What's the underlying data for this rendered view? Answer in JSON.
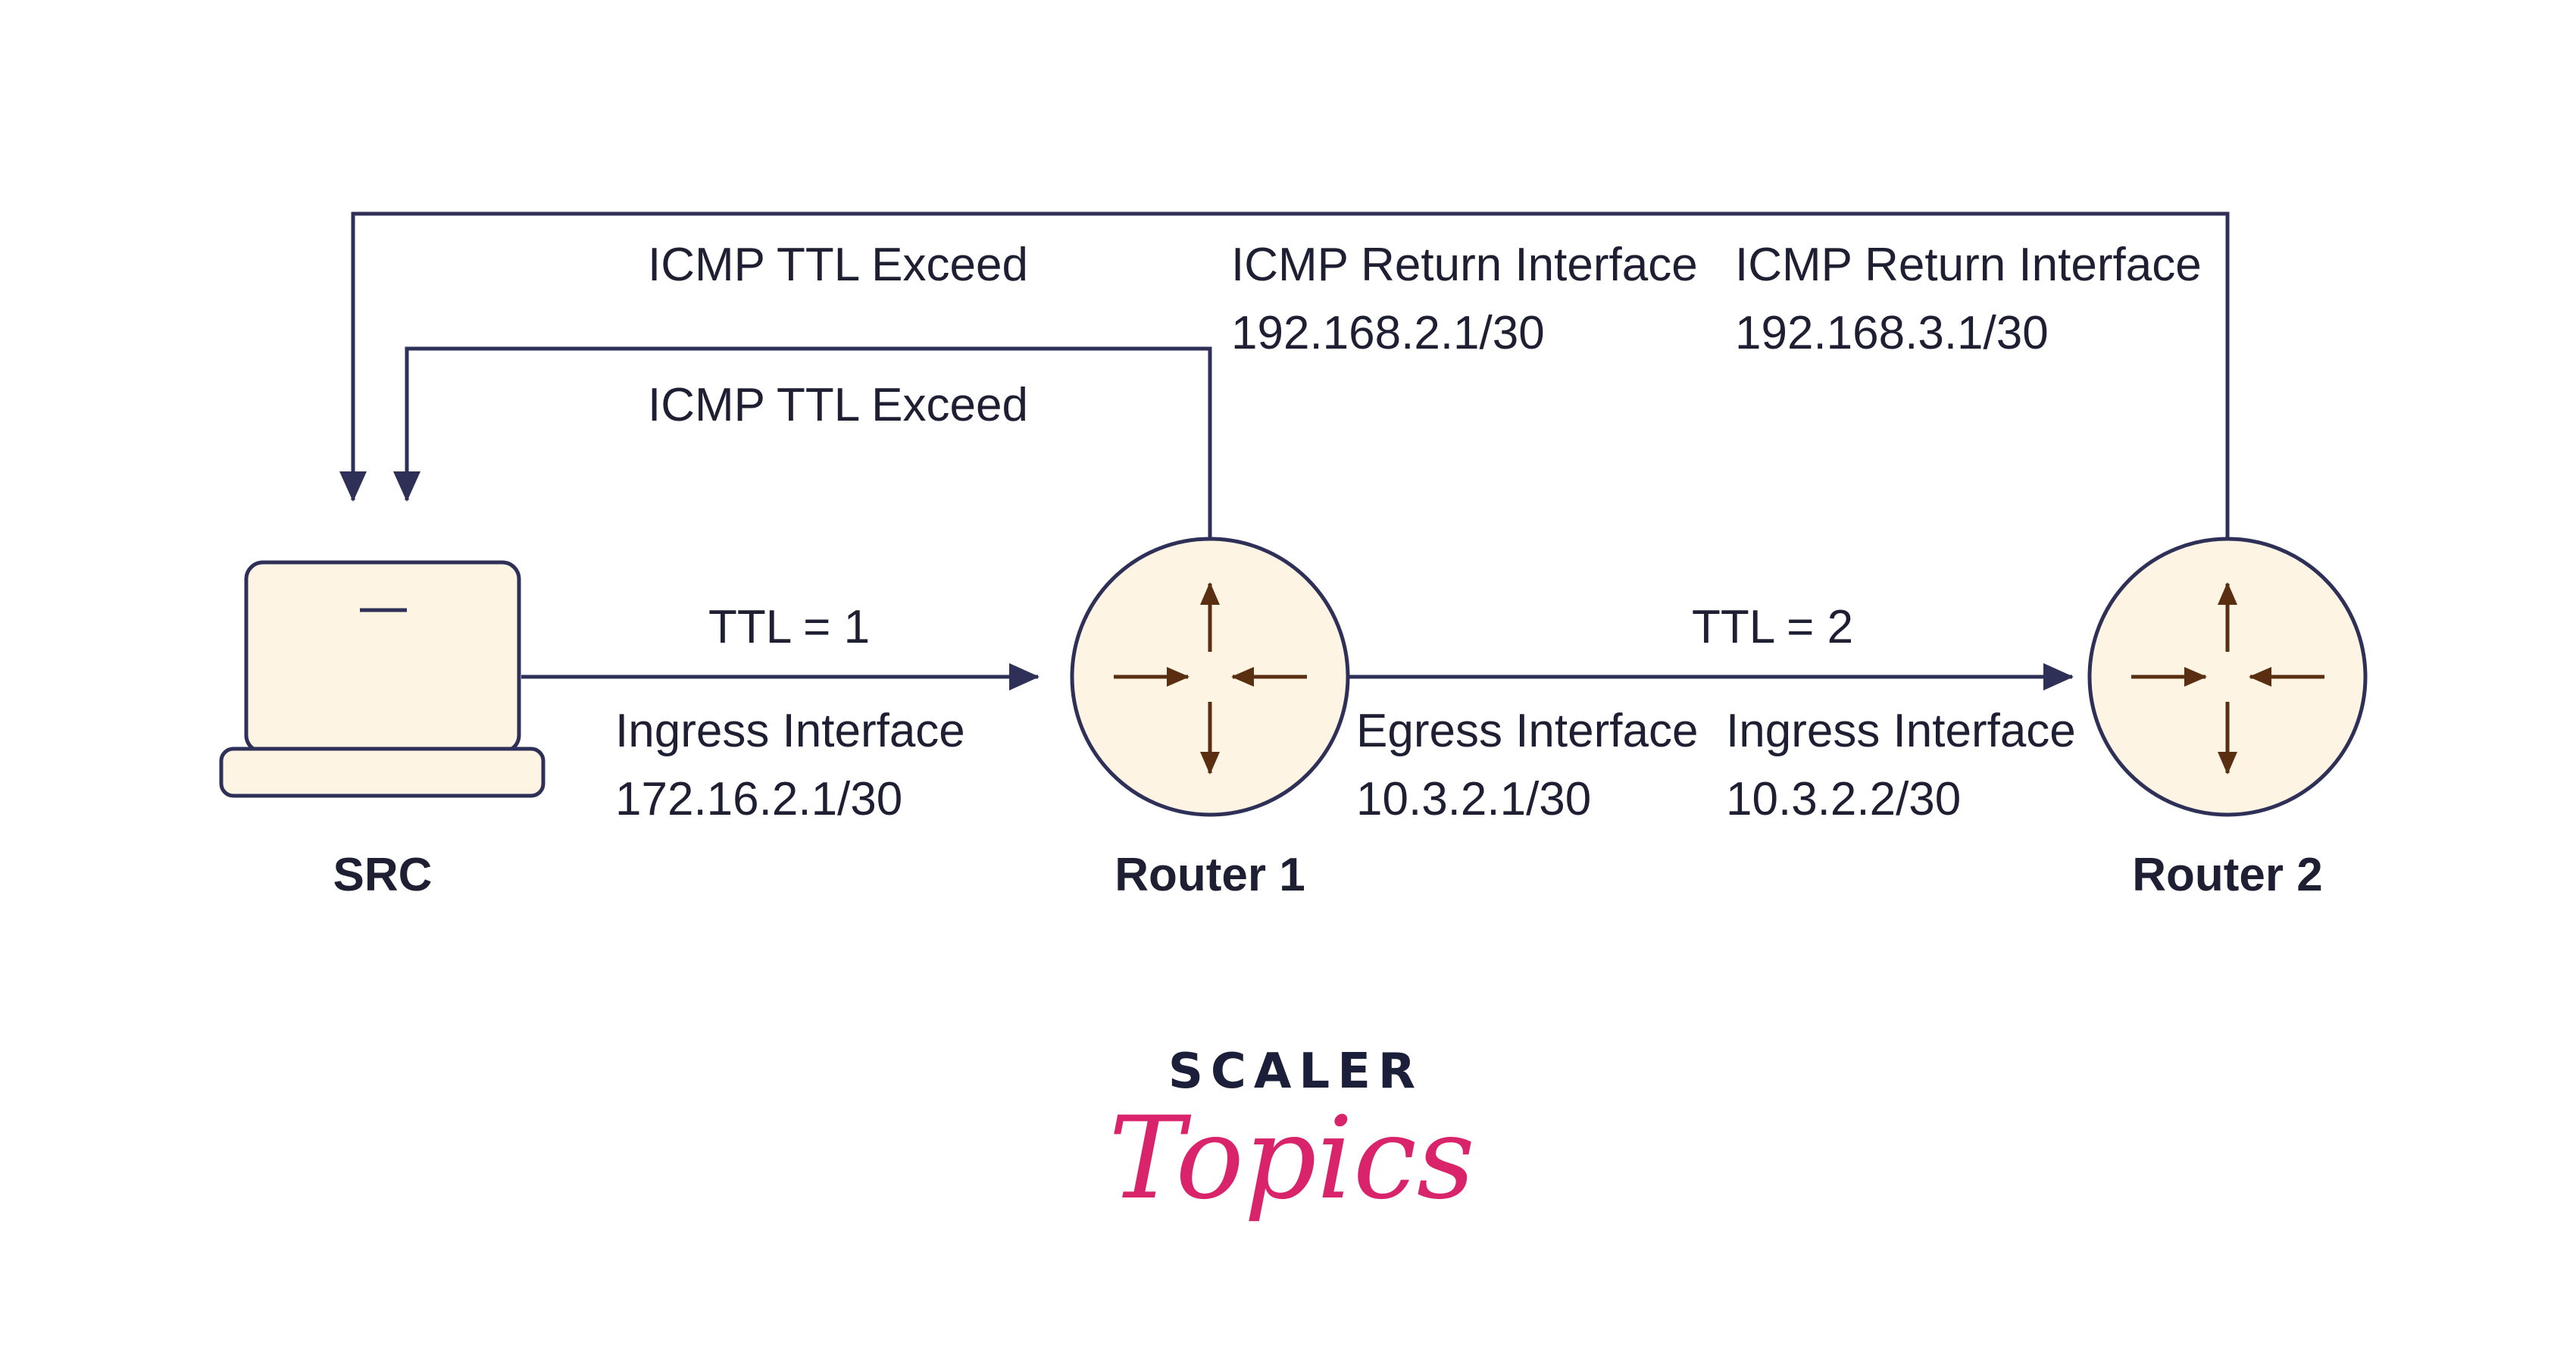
{
  "nodes": {
    "src": "SRC",
    "router1": "Router 1",
    "router2": "Router 2"
  },
  "return_paths": {
    "outer_label": "ICMP TTL Exceed",
    "inner_label": "ICMP TTL Exceed",
    "router1_return": {
      "title": "ICMP Return Interface",
      "address": "192.168.2.1/30"
    },
    "router2_return": {
      "title": "ICMP Return Interface",
      "address": "192.168.3.1/30"
    }
  },
  "links": {
    "src_to_r1": {
      "ttl": "TTL = 1",
      "ingress_title": "Ingress Interface",
      "ingress_address": "172.16.2.1/30"
    },
    "r1_to_r2": {
      "ttl": "TTL = 2",
      "egress_title": "Egress Interface",
      "egress_address": "10.3.2.1/30",
      "ingress_title": "Ingress Interface",
      "ingress_address": "10.3.2.2/30"
    }
  },
  "brand": {
    "top": "SCALER",
    "bottom": "Topics"
  },
  "colors": {
    "line": "#2f3057",
    "device_fill": "#fdf4e3",
    "router_arrow": "#5a2e10",
    "brand_dark": "#1b1f3a",
    "brand_pink": "#d9236b"
  },
  "icons": [
    "laptop-icon",
    "router-icon",
    "router-icon"
  ]
}
